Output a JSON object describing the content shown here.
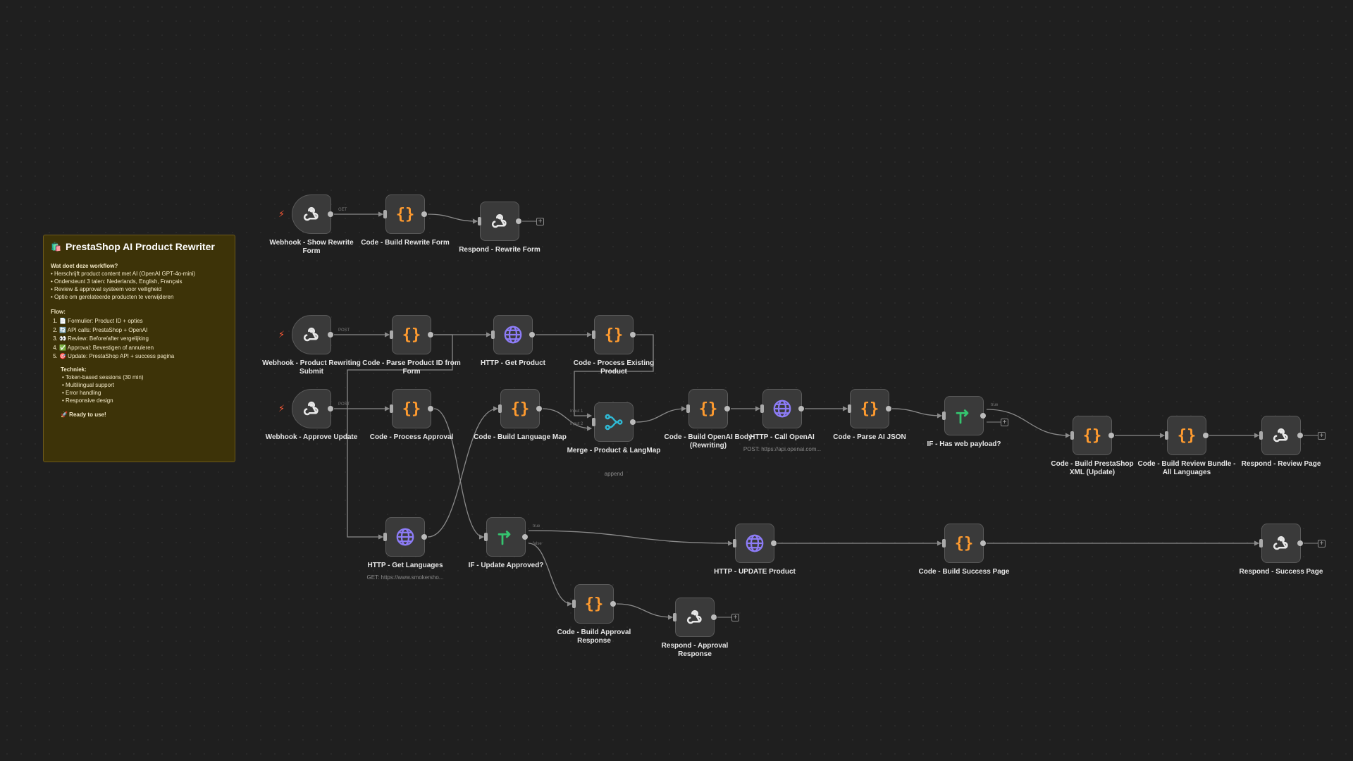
{
  "sticky": {
    "emoji": "🛍️",
    "title": "PrestaShop AI Product Rewriter",
    "q": "Wat doet deze workflow?",
    "bullets": [
      "• Herschrijft product content met AI (OpenAI GPT-4o-mini)",
      "• Ondersteunt 3 talen: Nederlands, English, Français",
      "• Review & approval systeem voor veiligheid",
      "• Optie om gerelateerde producten te verwijderen"
    ],
    "flow_title": "Flow:",
    "flow": [
      "📄 Formulier: Product ID + opties",
      "🔄 API calls: PrestaShop + OpenAI",
      "👀 Review: Before/after vergelijking",
      "✅ Approval: Bevestigen of annuleren",
      "🎯 Update: PrestaShop API + success pagina"
    ],
    "tech_title": "Techniek:",
    "tech": [
      "• Token-based sessions (30 min)",
      "• Multilingual support",
      "• Error handling",
      "• Responsive design"
    ],
    "ready": "🚀 Ready to use!"
  },
  "nodes": [
    {
      "id": "wh_show",
      "label": "Webhook - Show Rewrite Form",
      "type": "webhook",
      "trigger": true
    },
    {
      "id": "code_build_form",
      "label": "Code - Build Rewrite Form",
      "type": "code"
    },
    {
      "id": "resp_form",
      "label": "Respond - Rewrite Form",
      "type": "webhook"
    },
    {
      "id": "wh_submit",
      "label": "Webhook - Product Rewriting Submit",
      "type": "webhook",
      "trigger": true
    },
    {
      "id": "code_parse",
      "label": "Code - Parse Product ID from Form",
      "type": "code"
    },
    {
      "id": "http_get_product",
      "label": "HTTP - Get Product",
      "type": "http"
    },
    {
      "id": "code_process_existing",
      "label": "Code - Process Existing Product",
      "type": "code"
    },
    {
      "id": "wh_approve",
      "label": "Webhook - Approve Update",
      "type": "webhook",
      "trigger": true
    },
    {
      "id": "code_process_approval",
      "label": "Code - Process Approval",
      "type": "code"
    },
    {
      "id": "code_lang_map",
      "label": "Code - Build Language Map",
      "type": "code"
    },
    {
      "id": "merge",
      "label": "Merge - Product & LangMap",
      "type": "merge",
      "sub": "append"
    },
    {
      "id": "code_openai_body",
      "label": "Code - Build OpenAI Body (Rewriting)",
      "type": "code"
    },
    {
      "id": "http_openai",
      "label": "HTTP - Call OpenAI",
      "type": "http",
      "sub": "POST: https://api.openai.com..."
    },
    {
      "id": "code_parse_ai",
      "label": "Code - Parse AI JSON",
      "type": "code"
    },
    {
      "id": "if_payload",
      "label": "IF - Has web payload?",
      "type": "if"
    },
    {
      "id": "code_xml",
      "label": "Code - Build PrestaShop XML (Update)",
      "type": "code"
    },
    {
      "id": "code_review_bundle",
      "label": "Code - Build Review Bundle - All Languages",
      "type": "code"
    },
    {
      "id": "resp_review",
      "label": "Respond - Review Page",
      "type": "webhook"
    },
    {
      "id": "http_get_lang",
      "label": "HTTP - Get Languages",
      "type": "http",
      "sub": "GET: https://www.smokersho..."
    },
    {
      "id": "if_update",
      "label": "IF - Update Approved?",
      "type": "if"
    },
    {
      "id": "http_update",
      "label": "HTTP - UPDATE Product",
      "type": "http"
    },
    {
      "id": "code_success",
      "label": "Code - Build Success Page",
      "type": "code"
    },
    {
      "id": "resp_success",
      "label": "Respond - Success Page",
      "type": "webhook"
    },
    {
      "id": "code_approval_resp",
      "label": "Code - Build Approval Response",
      "type": "code"
    },
    {
      "id": "resp_approval",
      "label": "Respond - Approval Response",
      "type": "webhook"
    }
  ],
  "edge_labels": {
    "get": "GET",
    "post": "POST",
    "input1": "Input 1",
    "input2": "Input 2",
    "true": "true",
    "false": "false"
  },
  "colors": {
    "code_icon": "#ff9b2f",
    "http_icon": "#8d7cf7",
    "if_icon": "#35c46f",
    "merge_icon": "#2fb9d4",
    "webhook_icon": "#e8e8e8",
    "sticky_bg": "#3d3308",
    "trigger_bolt": "#ff5a36"
  }
}
